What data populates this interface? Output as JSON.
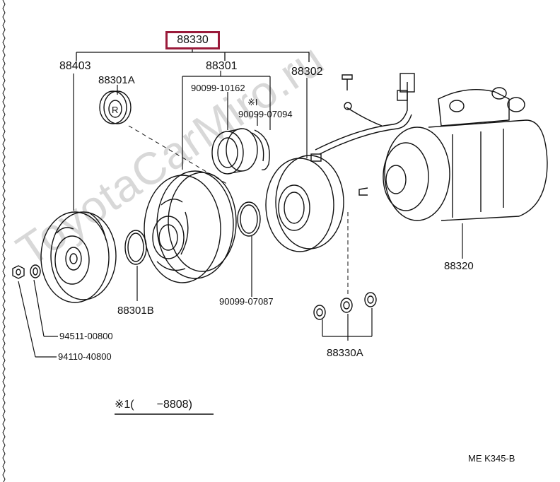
{
  "diagram": {
    "assembly_number": "88330",
    "labels": {
      "p88403": "88403",
      "p88301a": "88301A",
      "p88301": "88301",
      "p88302": "88302",
      "p90099_10162": "90099-10162",
      "p90099_07094_mark": "※I",
      "p90099_07094": "90099-07094",
      "p88320": "88320",
      "p88301b": "88301B",
      "p90099_07087": "90099-07087",
      "p88330a": "88330A",
      "p94511_00800": "94511-00800",
      "p94110_40800": "94110-40800"
    },
    "footnote": "※1(　　−8808)",
    "page_code": "ME  K345-B",
    "watermark": "ToyotaCarMiro.ru"
  }
}
